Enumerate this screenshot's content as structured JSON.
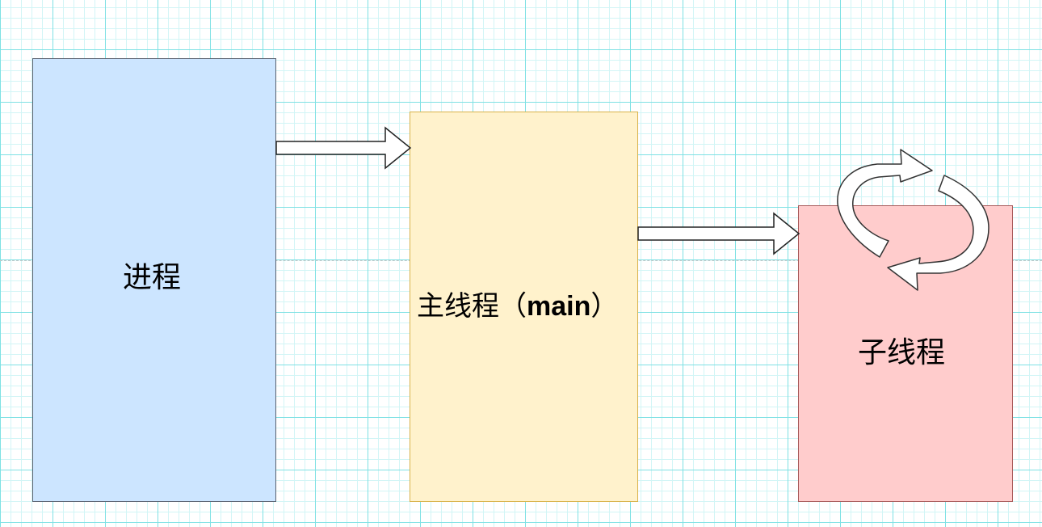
{
  "diagram": {
    "nodes": {
      "process": {
        "label": "进程",
        "fill": "#cce5ff"
      },
      "main_thread": {
        "label_cn": "主线程（",
        "label_latin": "main",
        "label_end": "）",
        "fill": "#fff2cc"
      },
      "child_thread": {
        "label": "子线程",
        "fill": "#ffcccc"
      }
    },
    "edges": [
      {
        "from": "process",
        "to": "main_thread",
        "style": "block-arrow"
      },
      {
        "from": "main_thread",
        "to": "child_thread",
        "style": "block-arrow"
      }
    ],
    "icons": [
      "refresh-cycle-icon"
    ]
  }
}
